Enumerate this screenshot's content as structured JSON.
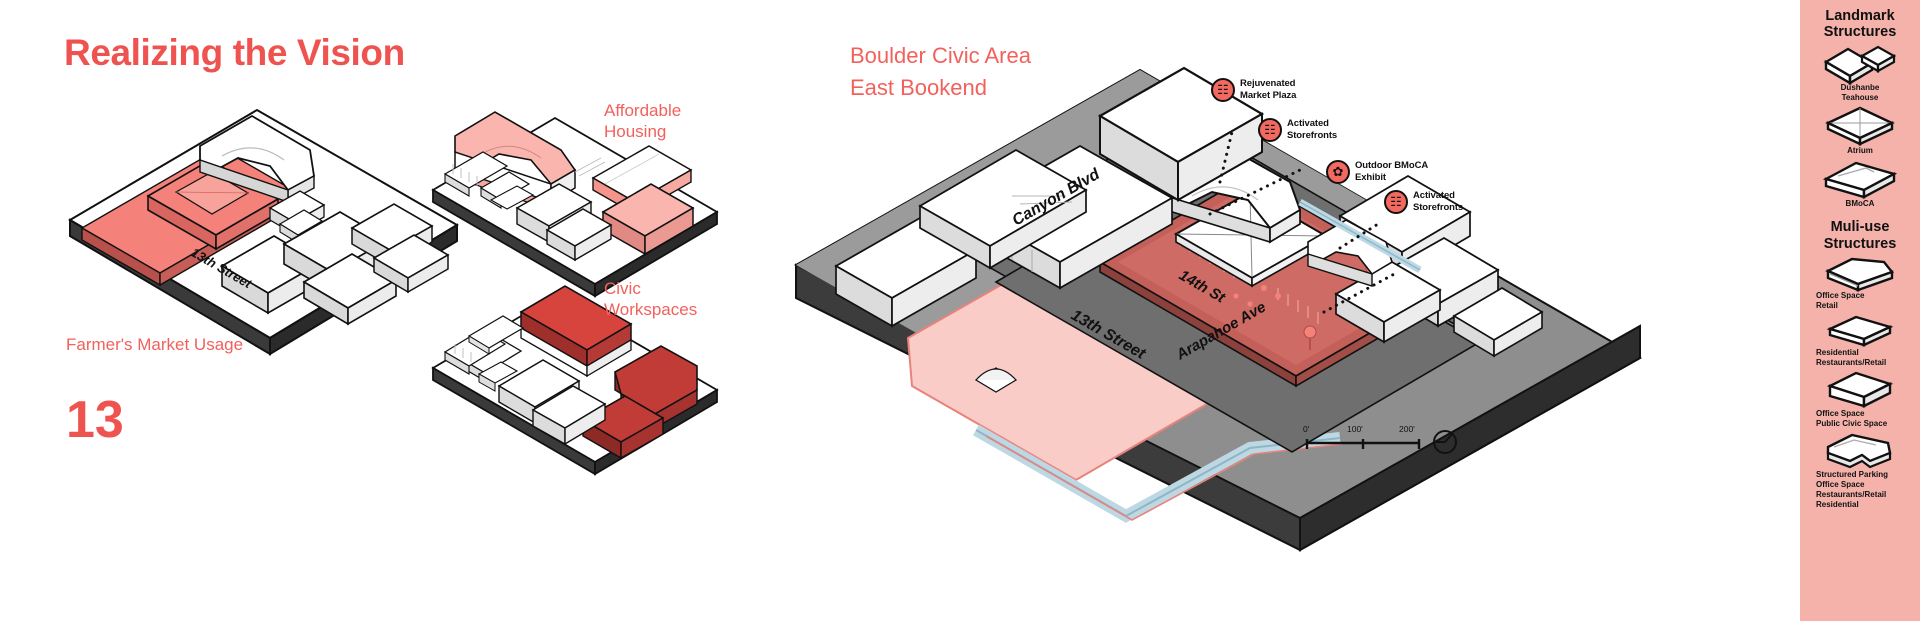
{
  "slide": {
    "title": "Realizing the Vision",
    "page_number": "13",
    "accent_color": "#ef5350",
    "legend_bg": "#f4b2ab",
    "marker_color": "#f4695f"
  },
  "left_diagrams": [
    {
      "caption": "Farmer's Market Usage",
      "street_label": "13th Street"
    },
    {
      "caption": "Affordable\nHousing"
    },
    {
      "caption": "Civic\nWorkspaces"
    }
  ],
  "map": {
    "title": "Boulder Civic Area\nEast Bookend",
    "streets": [
      {
        "name": "Canyon Blvd"
      },
      {
        "name": "14th St"
      },
      {
        "name": "13th Street"
      },
      {
        "name": "Arapahoe Ave"
      }
    ],
    "callouts": [
      {
        "icon": "market-stall-icon",
        "glyph": "☷",
        "label": "Rejuvenated\nMarket Plaza"
      },
      {
        "icon": "storefront-icon",
        "glyph": "☷",
        "label": "Activated\nStorefronts"
      },
      {
        "icon": "art-exhibit-icon",
        "glyph": "✿",
        "label": "Outdoor BMoCA\nExhibit"
      },
      {
        "icon": "storefront-icon",
        "glyph": "☷",
        "label": "Activated\nStorefronts"
      }
    ],
    "scale": {
      "ticks": [
        "0'",
        "100'",
        "200'"
      ],
      "compass": "north-arrow-icon"
    }
  },
  "legend": {
    "sections": [
      {
        "heading": "Landmark\nStructures",
        "items": [
          {
            "icon": "teahouse-massing-icon",
            "label": "Dushanbe\nTeahouse"
          },
          {
            "icon": "atrium-massing-icon",
            "label": "Atrium"
          },
          {
            "icon": "bmoca-massing-icon",
            "label": "BMoCA"
          }
        ]
      },
      {
        "heading": "Muli-use\nStructures",
        "items": [
          {
            "icon": "office-retail-massing-icon",
            "label": "Office Space\nRetail"
          },
          {
            "icon": "residential-massing-icon",
            "label": "Residential\nRestaurants/Retail"
          },
          {
            "icon": "civic-office-massing-icon",
            "label": "Office Space\nPublic Civic Space"
          },
          {
            "icon": "parking-mixed-massing-icon",
            "label": "Structured Parking\nOffice Space\nRestaurants/Retail\nResidential"
          }
        ]
      }
    ]
  }
}
